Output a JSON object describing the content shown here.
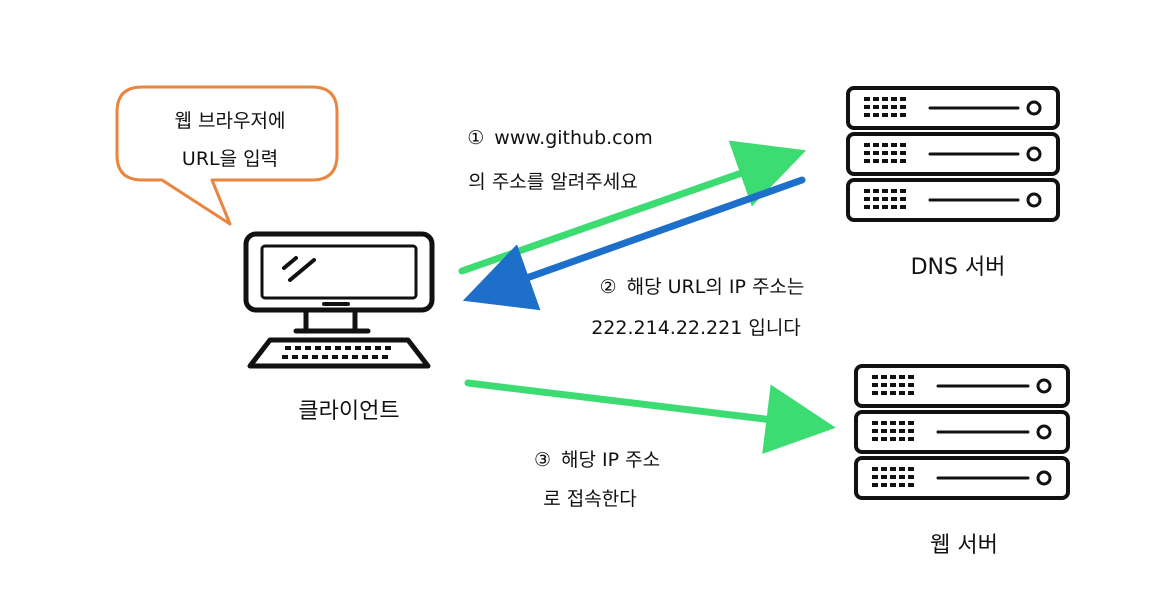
{
  "bubble": {
    "line1": "웹 브라우저에",
    "line2": "URL을 입력",
    "border_color": "#E9853F"
  },
  "client": {
    "label": "클라이언트"
  },
  "dns_server": {
    "label": "DNS 서버"
  },
  "web_server": {
    "label": "웹 서버"
  },
  "steps": [
    {
      "num": "①",
      "line1": "www.github.com",
      "line2": "의 주소를 알려주세요"
    },
    {
      "num": "②",
      "line1": "해당 URL의 IP 주소는",
      "line2": "222.214.22.221 입니다"
    },
    {
      "num": "③",
      "line1": "해당 IP 주소",
      "line2": "로 접속한다"
    }
  ],
  "colors": {
    "request_arrow": "#3DDC73",
    "response_arrow": "#1E6FC9",
    "outline": "#111111"
  }
}
